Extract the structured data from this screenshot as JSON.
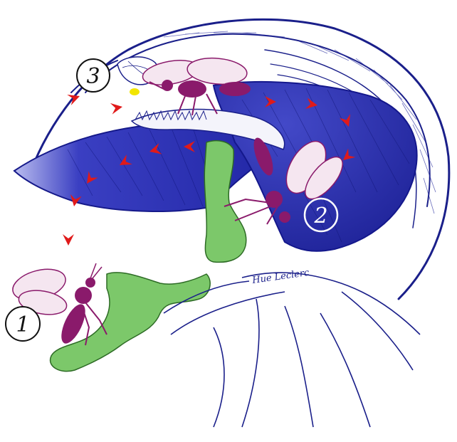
{
  "diagram": {
    "markers": [
      {
        "id": "1",
        "label": "1",
        "style": "dark"
      },
      {
        "id": "2",
        "label": "2",
        "style": "light"
      },
      {
        "id": "3",
        "label": "3",
        "style": "dark"
      }
    ],
    "signature": "Hue Leclerc",
    "colors": {
      "leaf_outline": "#1a1f8a",
      "leaf_fill": "#2b2fb0",
      "stem": "#7cc86a",
      "insect": "#8a1a6b",
      "arrow": "#e01a1a",
      "pollen": "#f2e500"
    }
  }
}
